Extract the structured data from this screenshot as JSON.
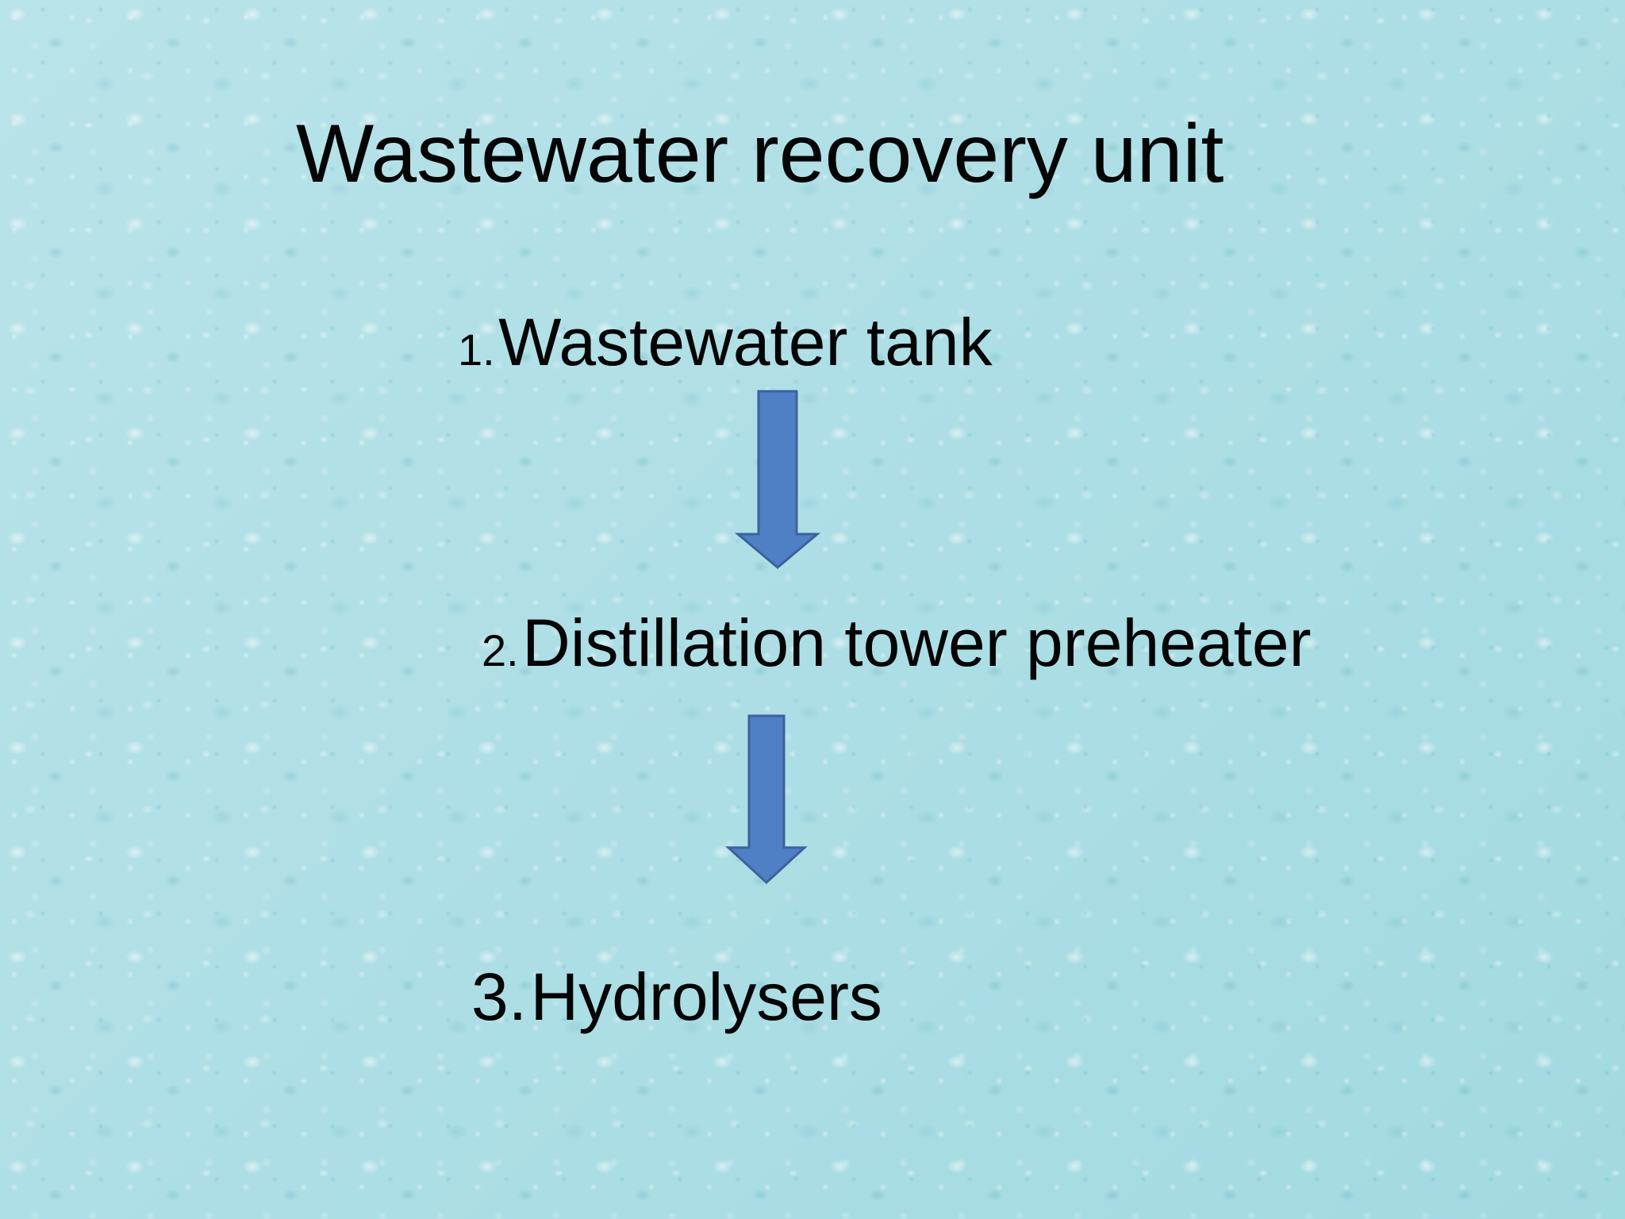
{
  "slide": {
    "title": "Wastewater recovery unit",
    "steps": [
      {
        "number": "1.",
        "label": "Wastewater tank"
      },
      {
        "number": "2.",
        "label": "Distillation tower preheater"
      },
      {
        "number": "3.",
        "label": "Hydrolysers"
      }
    ],
    "arrow_color": "#4f7fc4",
    "arrow_stroke": "#3c629b",
    "background_theme": "water-droplets"
  }
}
